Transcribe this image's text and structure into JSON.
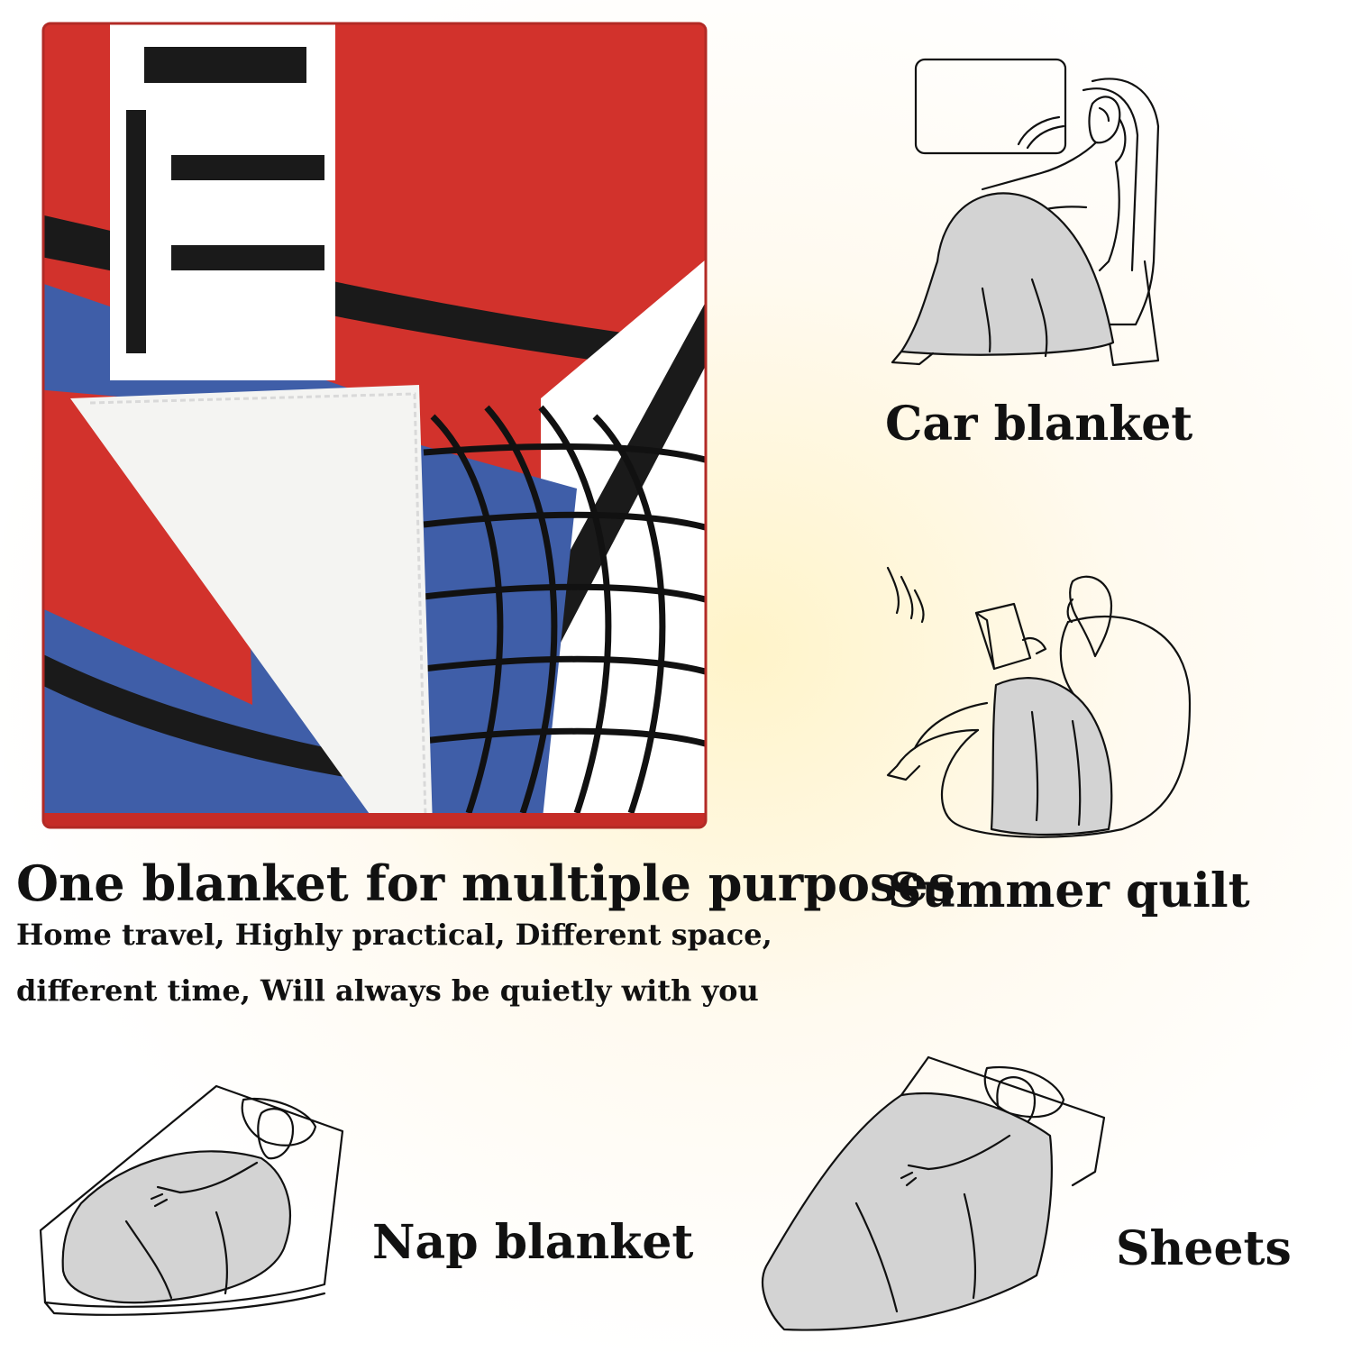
{
  "headline": "One blanket for multiple purposes",
  "description": {
    "line1": "Home travel, Highly practical, Different space,",
    "line2": "different time, Will always be quietly with you"
  },
  "uses": [
    {
      "label": "Car blanket",
      "icon": "car-seat-sleeper-icon"
    },
    {
      "label": "Summer quilt",
      "icon": "reading-bean-bag-icon"
    },
    {
      "label": "Nap blanket",
      "icon": "bed-nap-icon"
    },
    {
      "label": "Sheets",
      "icon": "bed-sheets-icon"
    }
  ],
  "colors": {
    "red": "#d2322c",
    "blue": "#3f5ea8",
    "black": "#1a1a1a",
    "fleece": "#f4f4f2",
    "blanket_gray": "#d3d3d3"
  }
}
